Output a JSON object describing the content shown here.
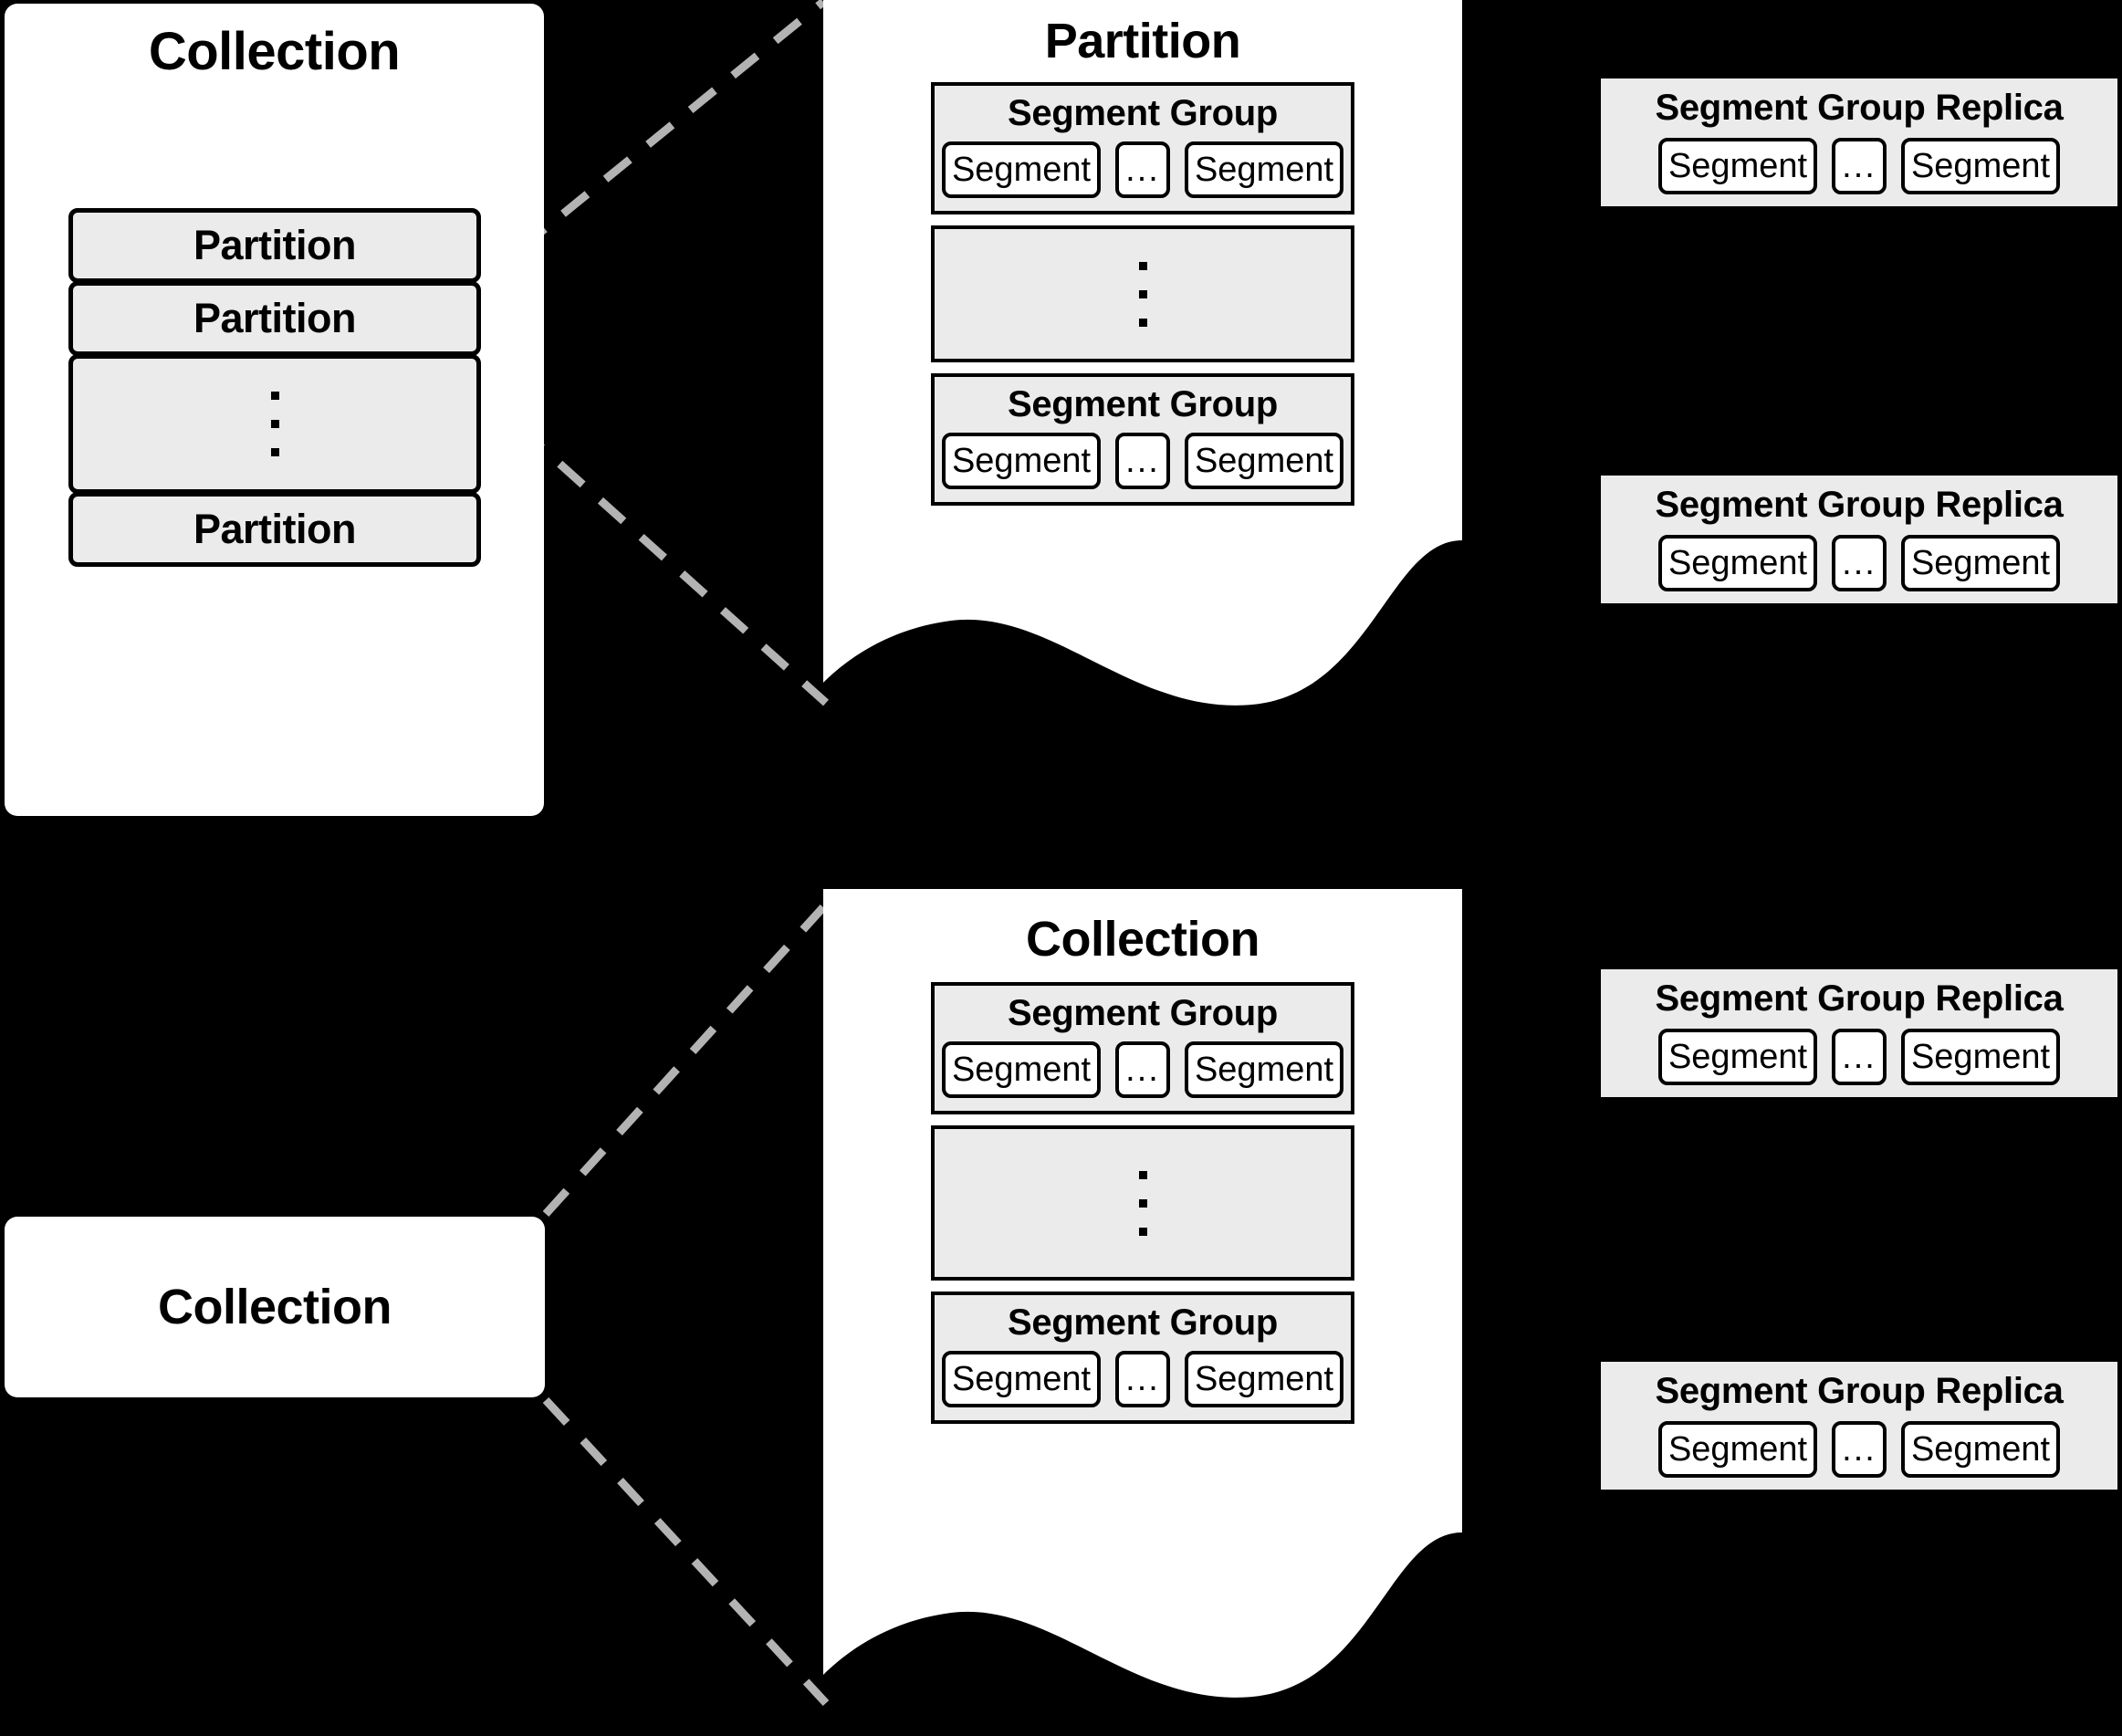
{
  "diagram": {
    "title": "Collection / Partition / Segment Group storage hierarchy",
    "colors": {
      "background": "#000000",
      "card_fill": "#ffffff",
      "box_fill": "#ebebeb",
      "stroke": "#000000",
      "connector": "#b3b3b3"
    }
  },
  "collection_top": {
    "title": "Collection",
    "partitions": [
      {
        "label": "Partition",
        "kind": "labeled"
      },
      {
        "label": "Partition",
        "kind": "labeled"
      },
      {
        "label": "",
        "kind": "ellipsis"
      },
      {
        "label": "Partition",
        "kind": "labeled"
      }
    ]
  },
  "collection_bottom": {
    "title": "Collection"
  },
  "partition_doc": {
    "title": "Partition",
    "segment_groups": [
      {
        "title": "Segment Group",
        "segments": [
          "Segment",
          "...",
          "Segment"
        ]
      },
      {
        "title": "",
        "kind": "ellipsis"
      },
      {
        "title": "Segment Group",
        "segments": [
          "Segment",
          "...",
          "Segment"
        ]
      }
    ]
  },
  "collection_doc": {
    "title": "Collection",
    "segment_groups": [
      {
        "title": "Segment Group",
        "segments": [
          "Segment",
          "...",
          "Segment"
        ]
      },
      {
        "title": "",
        "kind": "ellipsis"
      },
      {
        "title": "Segment Group",
        "segments": [
          "Segment",
          "...",
          "Segment"
        ]
      }
    ]
  },
  "replicas": [
    {
      "title": "Segment Group Replica",
      "segments": [
        "Segment",
        "...",
        "Segment"
      ]
    },
    {
      "title": "Segment Group Replica",
      "segments": [
        "Segment",
        "...",
        "Segment"
      ]
    },
    {
      "title": "Segment Group Replica",
      "segments": [
        "Segment",
        "...",
        "Segment"
      ]
    },
    {
      "title": "Segment Group Replica",
      "segments": [
        "Segment",
        "...",
        "Segment"
      ]
    }
  ]
}
